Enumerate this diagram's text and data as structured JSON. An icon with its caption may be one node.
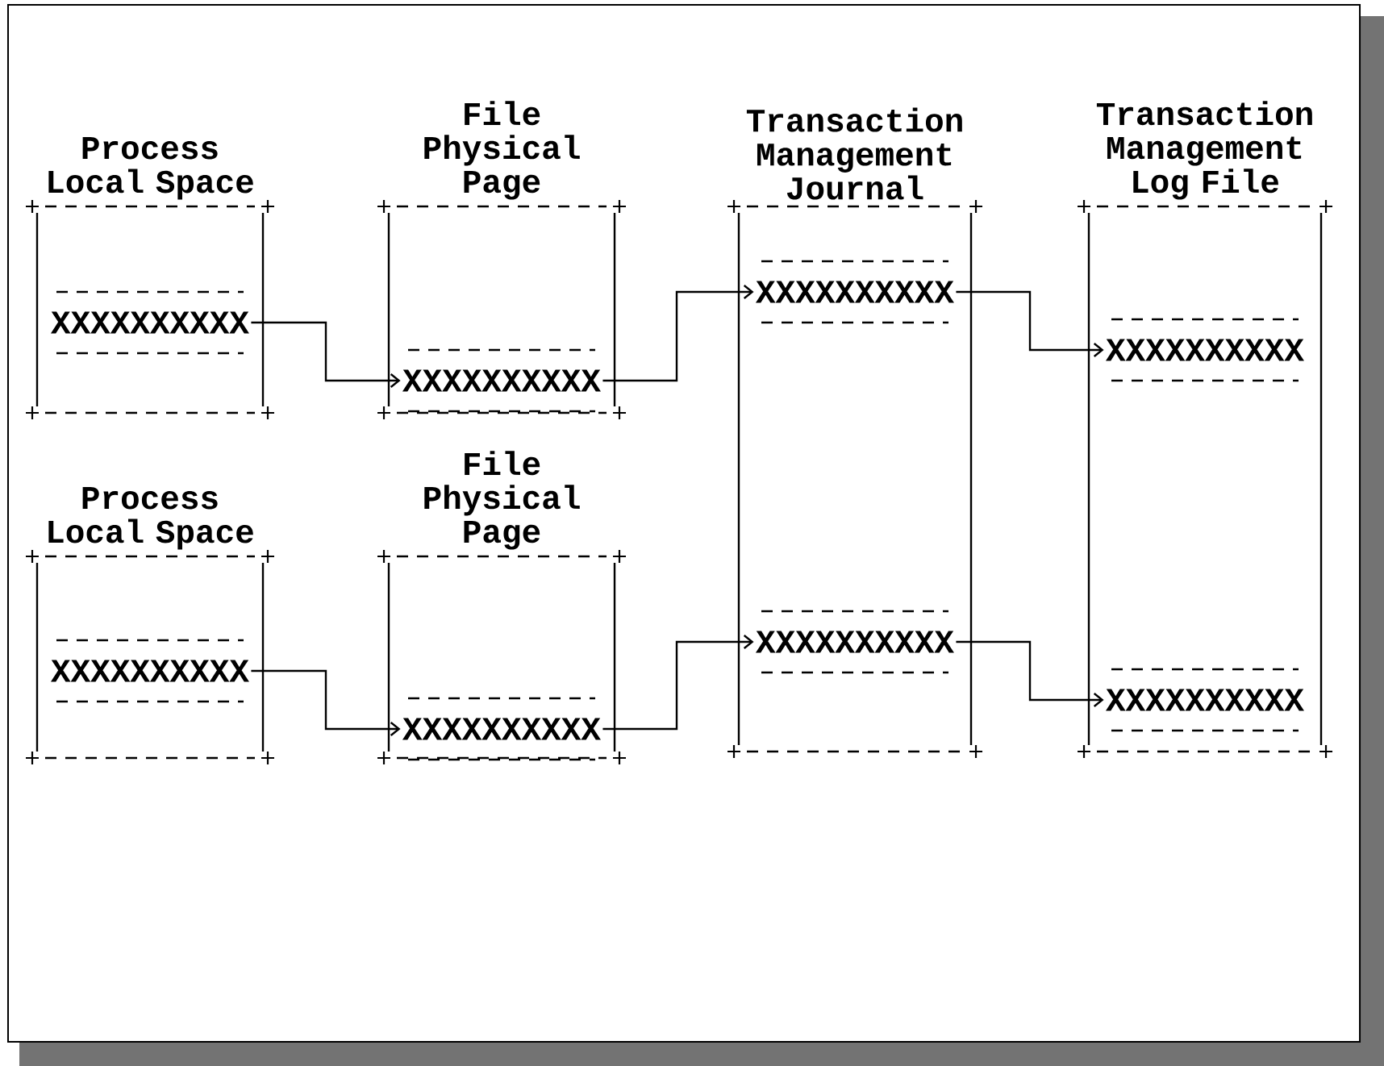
{
  "diagram": {
    "nodes": [
      {
        "text": [
          "Process Local Space"
        ]
      },
      {
        "text": [
          "XXXXXXXXXX"
        ],
        "in": 0
      },
      {
        "text": [
          "File Physical Page"
        ]
      },
      {
        "text": [
          "XXXXXXXXXX"
        ],
        "in": 2
      },
      {
        "text": [
          "Transaction Management Journal"
        ]
      },
      {
        "text": [
          "XXXXXXXXXX"
        ],
        "in": 4
      },
      {
        "text": [
          "XXXXXXXXXX"
        ],
        "in": 4
      },
      {
        "text": [
          "Transaction Management Log File"
        ]
      },
      {
        "text": [
          "XXXXXXXXXX"
        ],
        "in": 7
      },
      {
        "text": [
          "XXXXXXXXXX"
        ],
        "in": 7
      },
      {
        "text": [
          "Process Local Space"
        ]
      },
      {
        "text": [
          "XXXXXXXXXX"
        ],
        "in": 10
      },
      {
        "text": [
          "File Physical Page"
        ]
      },
      {
        "text": [
          "XXXXXXXXXX"
        ],
        "in": 12
      }
    ],
    "edges": [
      {
        "from": 1,
        "to": 3,
        "arrow": "to"
      },
      {
        "from": 3,
        "to": 5,
        "arrow": "to"
      },
      {
        "from": 5,
        "to": 8,
        "arrow": "to"
      },
      {
        "from": 11,
        "to": 13,
        "arrow": "to"
      },
      {
        "from": 13,
        "to": 6,
        "arrow": "to"
      },
      {
        "from": 6,
        "to": 9,
        "arrow": "to"
      }
    ]
  }
}
